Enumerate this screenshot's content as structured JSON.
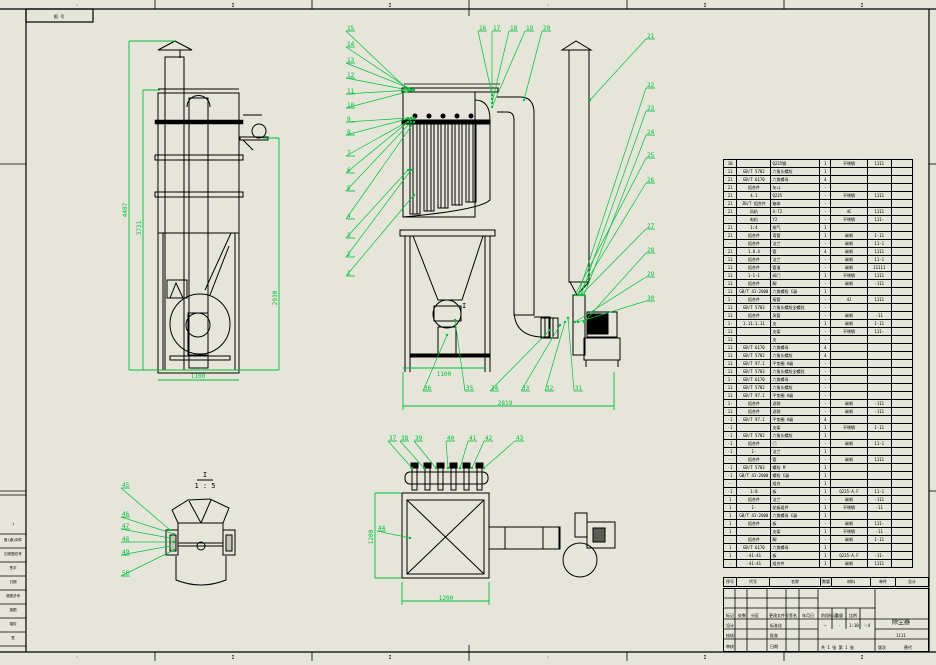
{
  "sheet": {
    "background": "#e6e5da",
    "line_color": "#000000",
    "annotation_color": "#00c03a",
    "title_corner_label": "图 号"
  },
  "zone_marks_top": [
    "·",
    "I",
    "I",
    "·",
    "I",
    "I"
  ],
  "zone_marks_bottom": [
    "·",
    "I",
    "I",
    "·",
    "I",
    "I"
  ],
  "views": {
    "side_elevation": {
      "dimensions": {
        "overall_height": "4407",
        "body_height": "3731",
        "support_height": "2930",
        "width": "1100"
      }
    },
    "front_elevation": {
      "section_mark": "I",
      "dimensions": {
        "leg_span": "1100",
        "overall_length": "2819"
      },
      "balloons_left": [
        "15",
        "14",
        "13",
        "12",
        "11",
        "10",
        "9",
        "8",
        "7",
        "6",
        "5",
        "4",
        "3",
        "2",
        "1"
      ],
      "balloons_top": [
        "16",
        "17",
        "18",
        "19",
        "20"
      ],
      "balloons_right": [
        "21",
        "22",
        "23",
        "24",
        "25",
        "26",
        "27",
        "28",
        "29",
        "30"
      ],
      "balloons_bottom": [
        "36",
        "35",
        "34",
        "33",
        "32",
        "31"
      ]
    },
    "section_detail": {
      "label": "I",
      "scale": "1 : 5",
      "balloons": [
        "45",
        "46",
        "47",
        "48",
        "49",
        "50"
      ]
    },
    "plan_view": {
      "balloons_top": [
        "37",
        "38",
        "39",
        "40",
        "41",
        "42",
        "43"
      ],
      "balloon_side": "44",
      "dimensions": {
        "width": "1200",
        "depth": "1200"
      }
    }
  },
  "bom_table": {
    "rows": [
      [
        "10",
        "",
        "Q235钢",
        "1",
        "不锈钢",
        "1111"
      ],
      [
        "11",
        "GB/T 5782",
        "六角头螺栓",
        "1",
        "",
        ""
      ],
      [
        "21",
        "GB/T 6170",
        "六角螺母",
        "4",
        "",
        ""
      ],
      [
        "21",
        "组合件",
        "灰斗",
        "·",
        "",
        ""
      ],
      [
        "21",
        "4.1",
        "Q235",
        "·",
        "不锈钢",
        "1111"
      ],
      [
        "21",
        "JB/T 组合件",
        "箱体",
        "·",
        "",
        ""
      ],
      [
        "21",
        "风机",
        "4-72",
        "·",
        "4C",
        "1111"
      ],
      [
        "··",
        "电机",
        "Y2",
        "·",
        "不锈钢",
        "111·"
      ],
      [
        "21",
        "1:4",
        "排气",
        "1",
        "",
        ""
      ],
      [
        "21",
        "组合件",
        "弯管",
        "1",
        "碳钢",
        "1·11"
      ],
      [
        "··",
        "组合件",
        "法兰",
        "·",
        "碳钢",
        "11·1"
      ],
      [
        "21",
        "1.8.4",
        "管",
        "4",
        "碳钢",
        "1111"
      ],
      [
        "11",
        "组合件",
        "法兰",
        "·",
        "碳钢",
        "11·1"
      ],
      [
        "11",
        "组合件",
        "管道",
        "·",
        "碳钢",
        "11111"
      ],
      [
        "11",
        "1·1·1",
        "阀门",
        "1",
        "不锈钢",
        "1111"
      ],
      [
        "11",
        "组合件",
        "脚",
        "·",
        "碳钢",
        "·111"
      ],
      [
        "11",
        "GB/T 41-2000",
        "六角螺栓 C级",
        "1",
        "",
        ""
      ],
      [
        "1·",
        "组合件",
        "接管",
        "·",
        "4J",
        "1111"
      ],
      [
        "11",
        "GB/T 5783",
        "六角头螺栓全螺纹",
        "·",
        "",
        ""
      ],
      [
        "11",
        "组合件",
        "风管",
        "·",
        "碳钢",
        "·11"
      ],
      [
        "1·",
        "1.11.1.11",
        "支",
        "1",
        "碳钢",
        "1·11"
      ],
      [
        "11",
        "",
        "支架",
        "·",
        "不锈钢",
        "111·"
      ],
      [
        "11",
        "",
        "支",
        "·",
        "",
        ""
      ],
      [
        "11",
        "GB/T 6170",
        "六角螺母",
        "4",
        "",
        ""
      ],
      [
        "11",
        "GB/T 5782",
        "六角头螺栓",
        "4",
        "",
        ""
      ],
      [
        "11",
        "GB/T 97.1",
        "平垫圈 A级",
        "·",
        "",
        ""
      ],
      [
        "11",
        "GB/T 5783",
        "六角头螺栓全螺纹",
        "·",
        "",
        ""
      ],
      [
        "1·",
        "GB/T 6170",
        "六角螺母",
        "·",
        "",
        ""
      ],
      [
        "11",
        "GB/T 5782",
        "六角头螺栓",
        "·",
        "",
        ""
      ],
      [
        "11",
        "GB/T 97.1",
        "平垫圈 A级",
        "·",
        "",
        ""
      ],
      [
        "1·",
        "组合件",
        "滤袋",
        "·",
        "碳钢",
        "·111"
      ],
      [
        "11",
        "组合件",
        "滤袋",
        "·",
        "碳钢",
        "·111"
      ],
      [
        "·1",
        "GB/T 97.1",
        "平垫圈 A级",
        "4",
        "",
        ""
      ],
      [
        "·1",
        "",
        "支架",
        "1",
        "不锈钢",
        "1·11"
      ],
      [
        "·1",
        "GB/T 5782",
        "六角头螺栓",
        "1",
        "",
        ""
      ],
      [
        "·1",
        "组合件",
        "门",
        "·",
        "碳钢",
        "11·1"
      ],
      [
        "·1",
        "1·",
        "法兰",
        "1",
        "",
        ""
      ],
      [
        "··",
        "组合件",
        "管",
        "·",
        "碳钢",
        "1111"
      ],
      [
        "·1",
        "GB/T 5783",
        "螺栓 M",
        "1",
        "",
        ""
      ],
      [
        "·1",
        "GB/T 41-2000",
        "螺栓 C级",
        "1",
        "",
        ""
      ],
      [
        "··",
        "",
        "组合",
        "1",
        "",
        ""
      ],
      [
        "·1",
        "1:8",
        "板",
        "1",
        "Q235-A.F",
        "11·1"
      ],
      [
        "1",
        "组合件",
        "法兰",
        "·",
        "碳钢",
        "·111"
      ],
      [
        "1",
        "1·",
        "花板组件",
        "1",
        "不锈钢",
        "·11"
      ],
      [
        "1",
        "GB/T 41-2000",
        "六角螺母 C级",
        "1",
        "",
        ""
      ],
      [
        "1",
        "组合件",
        "板",
        "·",
        "碳钢",
        "111·"
      ],
      [
        "1",
        "",
        "支架",
        "1",
        "不锈钢",
        "·11"
      ],
      [
        "·",
        "组合件",
        "脚",
        "·",
        "碳钢",
        "1·11"
      ],
      [
        "1",
        "GB/T 6170",
        "六角螺母",
        "1",
        "",
        ""
      ],
      [
        "1",
        "·41·41",
        "板",
        "1",
        "Q235-A.F",
        "·11·"
      ],
      [
        "·",
        "·41·41",
        "组合件",
        "1",
        "碳钢",
        "1111"
      ]
    ],
    "header": [
      "序号",
      "代号",
      "名称",
      "数量",
      "材料",
      "单件",
      "总计"
    ]
  },
  "title_block": {
    "row_labels": [
      "标记",
      "处数",
      "分区",
      "更改文件号",
      "签名",
      "年月日"
    ],
    "left_labels": [
      "设计",
      "校核",
      "审核",
      "工艺"
    ],
    "mid_labels": [
      "标准化",
      "批准",
      "日期"
    ],
    "stage_labels": [
      "阶段标记",
      "重量",
      "比例"
    ],
    "stage_values": [
      "—",
      "·",
      "1:10",
      "·:4"
    ],
    "title": "除尘器",
    "drawing_number": "1111",
    "sheet_info": [
      "共 1 张 第 1 张",
      "版次",
      "替代"
    ]
  },
  "left_strip": {
    "items": [
      "1",
      "借(通)用件",
      "旧底图总号",
      "签字",
      "日期",
      "底图总号",
      "描图",
      "描校",
      "签"
    ]
  }
}
